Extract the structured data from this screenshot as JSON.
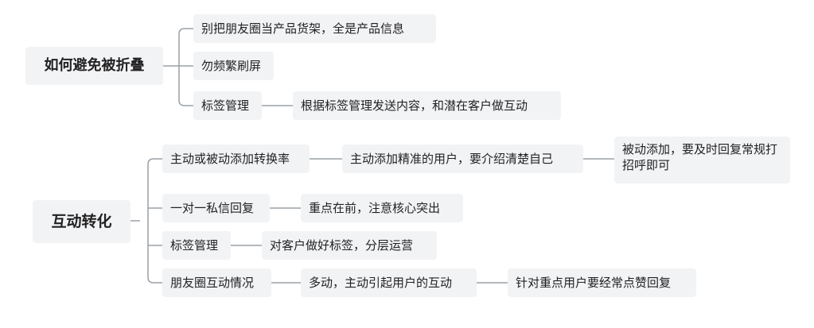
{
  "map1": {
    "root": "如何避免被折叠",
    "children": [
      {
        "label": "别把朋友圈当产品货架，全是产品信息"
      },
      {
        "label": "勿频繁刷屏"
      },
      {
        "label": "标签管理",
        "child": "根据标签管理发送内容，和潜在客户做互动"
      }
    ]
  },
  "map2": {
    "root": "互动转化",
    "children": [
      {
        "label": "主动或被动添加转换率",
        "child": "主动添加精准的用户，要介绍清楚自己",
        "grandchild": "被动添加，要及时回复常规打招呼即可"
      },
      {
        "label": "一对一私信回复",
        "child": "重点在前，注意核心突出"
      },
      {
        "label": "标签管理",
        "child": "对客户做好标签，分层运营"
      },
      {
        "label": "朋友圈互动情况",
        "child": "多动，主动引起用户的互动",
        "grandchild": "针对重点用户要经常点赞回复"
      }
    ]
  }
}
